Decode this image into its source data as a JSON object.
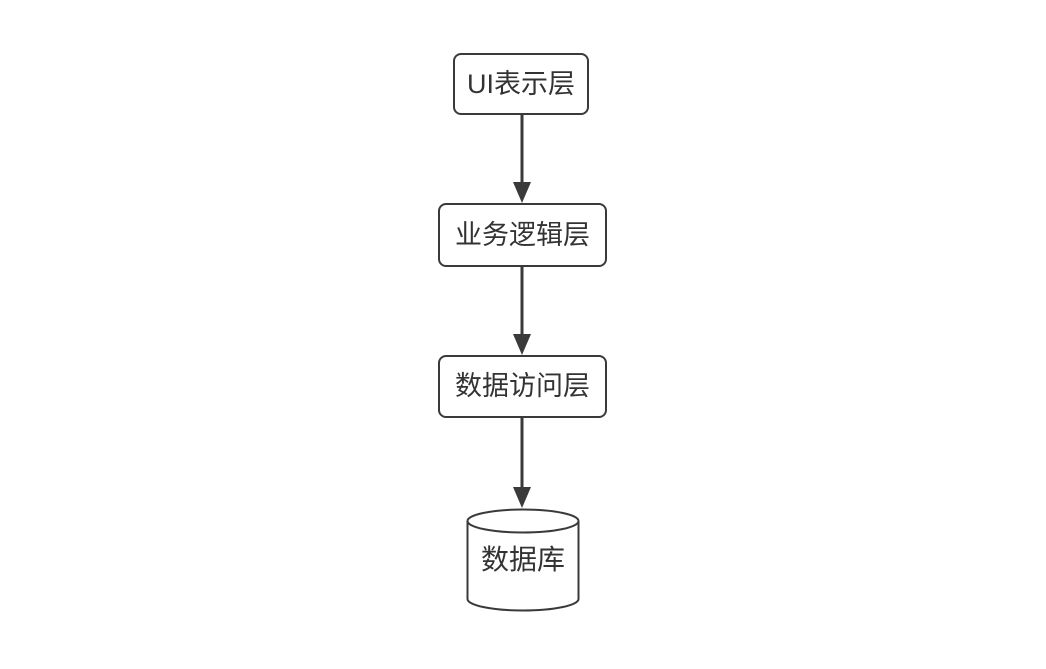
{
  "diagram": {
    "title": "layered-architecture-flowchart",
    "background_color": "#ffffff",
    "stroke_color": "#3a3a3a",
    "text_color": "#333333",
    "nodes": [
      {
        "id": "ui-layer",
        "label": "UI表示层",
        "shape": "rounded-rect"
      },
      {
        "id": "business-logic-layer",
        "label": "业务逻辑层",
        "shape": "rounded-rect"
      },
      {
        "id": "data-access-layer",
        "label": "数据访问层",
        "shape": "rounded-rect"
      },
      {
        "id": "database",
        "label": "数据库",
        "shape": "cylinder"
      }
    ],
    "edges": [
      {
        "from": "ui-layer",
        "to": "business-logic-layer",
        "type": "arrow-down"
      },
      {
        "from": "business-logic-layer",
        "to": "data-access-layer",
        "type": "arrow-down"
      },
      {
        "from": "data-access-layer",
        "to": "database",
        "type": "arrow-down"
      }
    ]
  }
}
